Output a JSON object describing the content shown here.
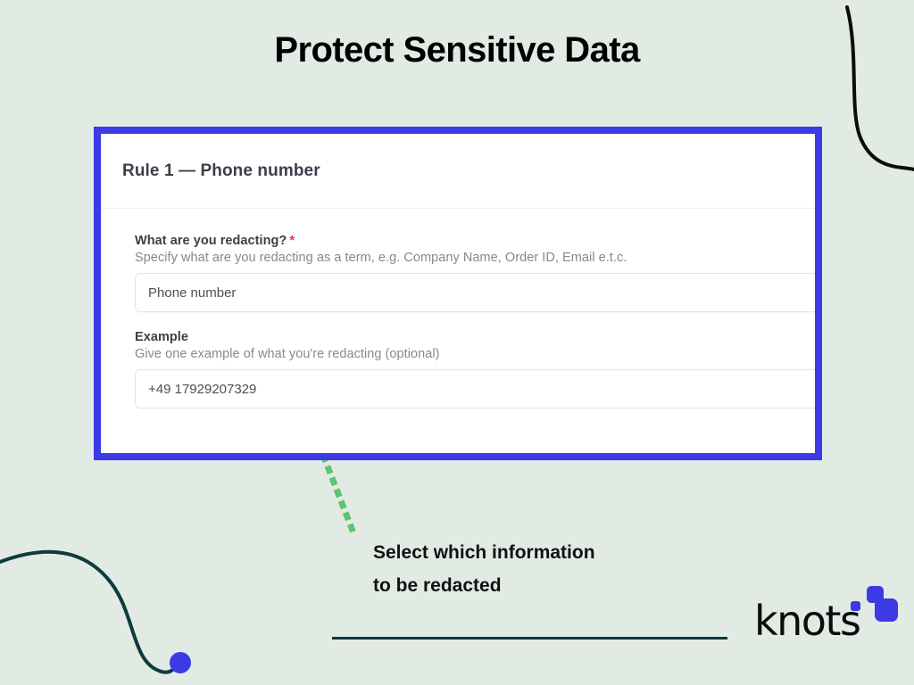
{
  "page": {
    "title": "Protect Sensitive Data",
    "background_color": "#e2eae4",
    "accent_blue": "#3b3ae4",
    "accent_teal": "#0c3a3c",
    "arrow_green": "#5ec46f"
  },
  "card": {
    "header_title": "Rule 1 — Phone number",
    "fields": [
      {
        "label": "What are you redacting?",
        "required_marker": "*",
        "help": "Specify what are you redacting as a term, e.g. Company Name, Order ID, Email e.t.c.",
        "value": "Phone number"
      },
      {
        "label": "Example",
        "required_marker": "",
        "help": "Give one example of what you're redacting (optional)",
        "value": "+49 17929207329"
      }
    ]
  },
  "callout": {
    "line1": "Select which information",
    "line2": "to be redacted"
  },
  "logo": {
    "wordmark": "knots"
  }
}
